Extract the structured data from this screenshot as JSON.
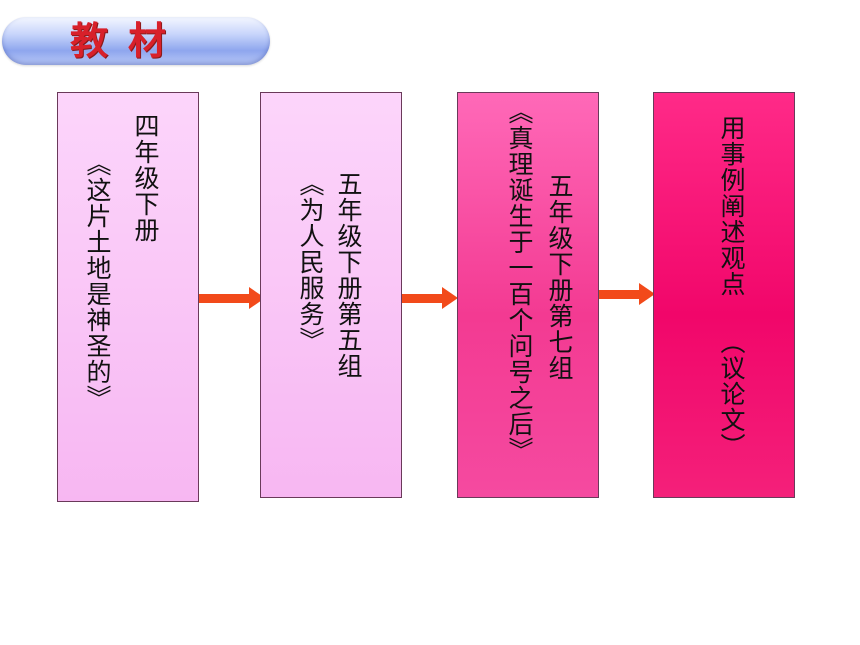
{
  "title": "教材",
  "boxes": [
    {
      "lines": [
        "四年级下册",
        "《这片土地是神圣的》"
      ]
    },
    {
      "lines": [
        "五年级下册第五组",
        "《为人民服务》"
      ]
    },
    {
      "lines": [
        "五年级下册第七组",
        "《真理诞生于一百个问号之后》"
      ]
    },
    {
      "lines": [
        "用事例阐述观点",
        "（议论文）"
      ]
    }
  ],
  "colors": {
    "title_text": "#d8202a",
    "arrow": "#f24a1a",
    "box_light": "#f9c4f5",
    "box_medium": "#f54aa0",
    "box_deep": "#f1066a"
  }
}
